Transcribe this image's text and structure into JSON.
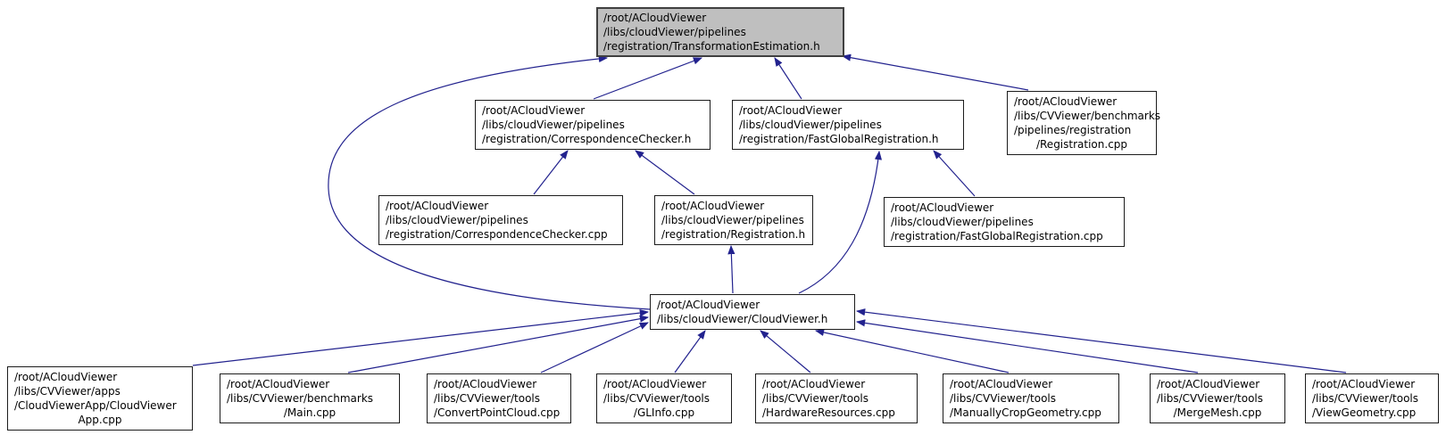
{
  "diagram": {
    "kind": "doxygen-include-dependency-graph",
    "colors": {
      "background": "#ffffff",
      "edge": "#22228e",
      "node_fill": "#ffffff",
      "node_border": "#1c1c1c",
      "target_fill": "#bfbfbf"
    },
    "nodes": [
      {
        "id": "transformation-estimation-h",
        "role": "target",
        "lines": [
          {
            "text": "/root/ACloudViewer"
          },
          {
            "text": "/libs/cloudViewer/pipelines"
          },
          {
            "text": "/registration/TransformationEstimation.h"
          }
        ]
      },
      {
        "id": "correspondence-checker-h",
        "role": "node",
        "lines": [
          {
            "text": "/root/ACloudViewer"
          },
          {
            "text": "/libs/cloudViewer/pipelines"
          },
          {
            "text": "/registration/CorrespondenceChecker.h"
          }
        ]
      },
      {
        "id": "fast-global-registration-h",
        "role": "node",
        "lines": [
          {
            "text": "/root/ACloudViewer"
          },
          {
            "text": "/libs/cloudViewer/pipelines"
          },
          {
            "text": "/registration/FastGlobalRegistration.h"
          }
        ]
      },
      {
        "id": "benchmarks-registration-cpp",
        "role": "node",
        "lines": [
          {
            "text": "/root/ACloudViewer"
          },
          {
            "text": "/libs/CVViewer/benchmarks"
          },
          {
            "text": "/pipelines/registration"
          },
          {
            "text": "/Registration.cpp",
            "align": "center"
          }
        ]
      },
      {
        "id": "correspondence-checker-cpp",
        "role": "node",
        "lines": [
          {
            "text": "/root/ACloudViewer"
          },
          {
            "text": "/libs/cloudViewer/pipelines"
          },
          {
            "text": "/registration/CorrespondenceChecker.cpp"
          }
        ]
      },
      {
        "id": "registration-h",
        "role": "node",
        "lines": [
          {
            "text": "/root/ACloudViewer"
          },
          {
            "text": "/libs/cloudViewer/pipelines"
          },
          {
            "text": "/registration/Registration.h"
          }
        ]
      },
      {
        "id": "fast-global-registration-cpp",
        "role": "node",
        "lines": [
          {
            "text": "/root/ACloudViewer"
          },
          {
            "text": "/libs/cloudViewer/pipelines"
          },
          {
            "text": "/registration/FastGlobalRegistration.cpp"
          }
        ]
      },
      {
        "id": "cloudviewer-h",
        "role": "node",
        "lines": [
          {
            "text": "/root/ACloudViewer"
          },
          {
            "text": "/libs/cloudViewer/CloudViewer.h"
          }
        ]
      },
      {
        "id": "cloudviewer-app-cpp",
        "role": "node",
        "lines": [
          {
            "text": "/root/ACloudViewer"
          },
          {
            "text": "/libs/CVViewer/apps"
          },
          {
            "text": "/CloudViewerApp/CloudViewer"
          },
          {
            "text": "App.cpp",
            "align": "center"
          }
        ]
      },
      {
        "id": "benchmarks-main-cpp",
        "role": "node",
        "lines": [
          {
            "text": "/root/ACloudViewer"
          },
          {
            "text": "/libs/CVViewer/benchmarks"
          },
          {
            "text": "/Main.cpp",
            "align": "center"
          }
        ]
      },
      {
        "id": "convert-point-cloud-cpp",
        "role": "node",
        "lines": [
          {
            "text": "/root/ACloudViewer"
          },
          {
            "text": "/libs/CVViewer/tools"
          },
          {
            "text": "/ConvertPointCloud.cpp"
          }
        ]
      },
      {
        "id": "glinfo-cpp",
        "role": "node",
        "lines": [
          {
            "text": "/root/ACloudViewer"
          },
          {
            "text": "/libs/CVViewer/tools"
          },
          {
            "text": "/GLInfo.cpp",
            "align": "center"
          }
        ]
      },
      {
        "id": "hardware-resources-cpp",
        "role": "node",
        "lines": [
          {
            "text": "/root/ACloudViewer"
          },
          {
            "text": "/libs/CVViewer/tools"
          },
          {
            "text": "/HardwareResources.cpp"
          }
        ]
      },
      {
        "id": "manually-crop-geometry-cpp",
        "role": "node",
        "lines": [
          {
            "text": "/root/ACloudViewer"
          },
          {
            "text": "/libs/CVViewer/tools"
          },
          {
            "text": "/ManuallyCropGeometry.cpp"
          }
        ]
      },
      {
        "id": "merge-mesh-cpp",
        "role": "node",
        "lines": [
          {
            "text": "/root/ACloudViewer"
          },
          {
            "text": "/libs/CVViewer/tools"
          },
          {
            "text": "/MergeMesh.cpp",
            "align": "center"
          }
        ]
      },
      {
        "id": "view-geometry-cpp",
        "role": "node",
        "lines": [
          {
            "text": "/root/ACloudViewer"
          },
          {
            "text": "/libs/CVViewer/tools"
          },
          {
            "text": "/ViewGeometry.cpp"
          }
        ]
      }
    ],
    "edges": [
      {
        "from": "correspondence-checker-h",
        "to": "transformation-estimation-h"
      },
      {
        "from": "fast-global-registration-h",
        "to": "transformation-estimation-h"
      },
      {
        "from": "benchmarks-registration-cpp",
        "to": "transformation-estimation-h"
      },
      {
        "from": "cloudviewer-h",
        "to": "transformation-estimation-h"
      },
      {
        "from": "correspondence-checker-cpp",
        "to": "correspondence-checker-h"
      },
      {
        "from": "registration-h",
        "to": "correspondence-checker-h"
      },
      {
        "from": "fast-global-registration-cpp",
        "to": "fast-global-registration-h"
      },
      {
        "from": "cloudviewer-h",
        "to": "fast-global-registration-h"
      },
      {
        "from": "cloudviewer-h",
        "to": "registration-h"
      },
      {
        "from": "cloudviewer-app-cpp",
        "to": "cloudviewer-h"
      },
      {
        "from": "benchmarks-main-cpp",
        "to": "cloudviewer-h"
      },
      {
        "from": "convert-point-cloud-cpp",
        "to": "cloudviewer-h"
      },
      {
        "from": "glinfo-cpp",
        "to": "cloudviewer-h"
      },
      {
        "from": "hardware-resources-cpp",
        "to": "cloudviewer-h"
      },
      {
        "from": "manually-crop-geometry-cpp",
        "to": "cloudviewer-h"
      },
      {
        "from": "merge-mesh-cpp",
        "to": "cloudviewer-h"
      },
      {
        "from": "view-geometry-cpp",
        "to": "cloudviewer-h"
      }
    ]
  }
}
